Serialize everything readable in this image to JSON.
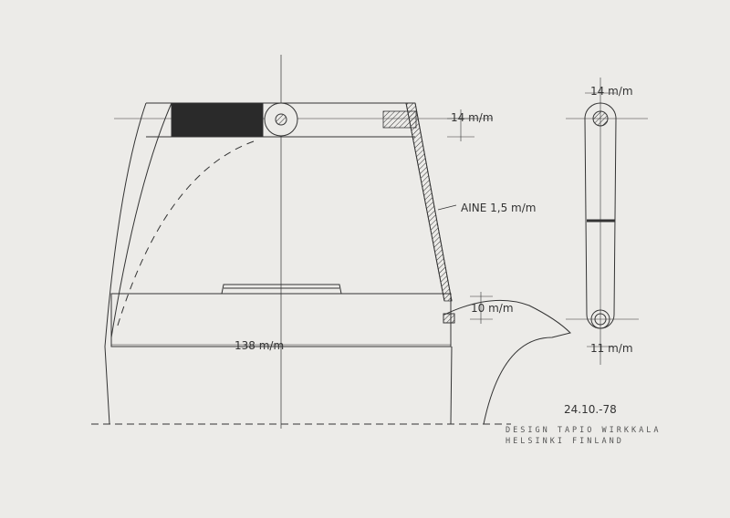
{
  "drawing": {
    "dimensions": {
      "handle_height": "14 m/m",
      "material": "AINE 1,5 m/m",
      "spout_step": "10 m/m",
      "lid_width": "138 m/m",
      "side_top_width": "14 m/m",
      "side_bottom_width": "11 m/m"
    },
    "date": "24.10.-78",
    "signature_line1": "DESIGN TAPIO WIRKKALA",
    "signature_line2": "HELSINKI FINLAND"
  },
  "colors": {
    "paper": "#ecebe8",
    "ink": "#333333"
  }
}
